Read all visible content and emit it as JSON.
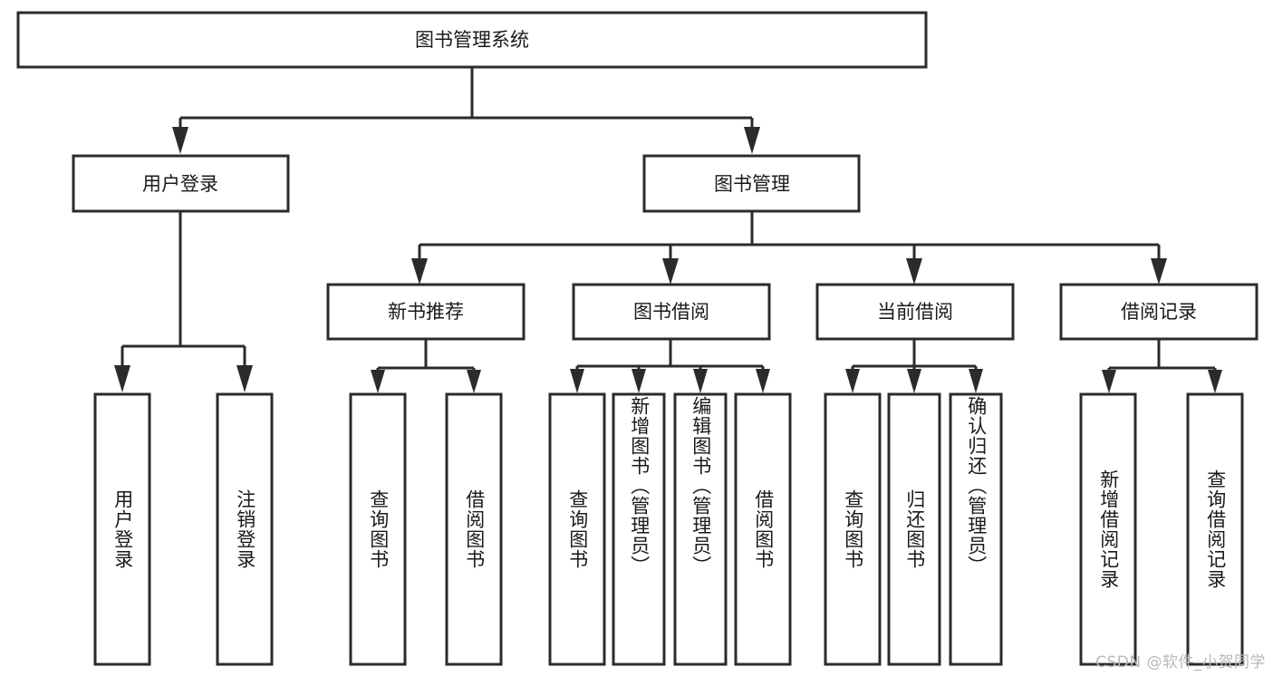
{
  "diagram": {
    "title": "图书管理系统",
    "type": "tree-hierarchy",
    "orientation": "top-down",
    "colors": {
      "stroke": "#2b2b2b",
      "fill": "#ffffff",
      "text": "#1a1a1a",
      "watermark": "#b8b8b8",
      "background": "#ffffff"
    },
    "root": {
      "id": "root",
      "label": "图书管理系统"
    },
    "level2": [
      {
        "id": "user-login",
        "label": "用户登录"
      },
      {
        "id": "book-manage",
        "label": "图书管理"
      }
    ],
    "level3": [
      {
        "id": "new-book-recommend",
        "label": "新书推荐",
        "parent": "book-manage"
      },
      {
        "id": "book-borrow",
        "label": "图书借阅",
        "parent": "book-manage"
      },
      {
        "id": "current-borrow",
        "label": "当前借阅",
        "parent": "book-manage"
      },
      {
        "id": "borrow-record",
        "label": "借阅记录",
        "parent": "book-manage"
      }
    ],
    "leaves": {
      "user-login": [
        {
          "id": "leaf-user-login",
          "label": "用户登录"
        },
        {
          "id": "leaf-user-logout",
          "label": "注销登录"
        }
      ],
      "new-book-recommend": [
        {
          "id": "leaf-query-book-1",
          "label": "查询图书"
        },
        {
          "id": "leaf-borrow-book-1",
          "label": "借阅图书"
        }
      ],
      "book-borrow": [
        {
          "id": "leaf-query-book-2",
          "label": "查询图书"
        },
        {
          "id": "leaf-add-book-admin",
          "label": "新增图书（管理员）"
        },
        {
          "id": "leaf-edit-book-admin",
          "label": "编辑图书（管理员）"
        },
        {
          "id": "leaf-borrow-book-2",
          "label": "借阅图书"
        }
      ],
      "current-borrow": [
        {
          "id": "leaf-query-book-3",
          "label": "查询图书"
        },
        {
          "id": "leaf-return-book",
          "label": "归还图书"
        },
        {
          "id": "leaf-confirm-return-admin",
          "label": "确认归还（管理员）"
        }
      ],
      "borrow-record": [
        {
          "id": "leaf-add-borrow-record",
          "label": "新增借阅记录"
        },
        {
          "id": "leaf-query-borrow-record",
          "label": "查询借阅记录"
        }
      ]
    }
  },
  "watermark": {
    "text": "CSDN @软件_小贺同学"
  }
}
